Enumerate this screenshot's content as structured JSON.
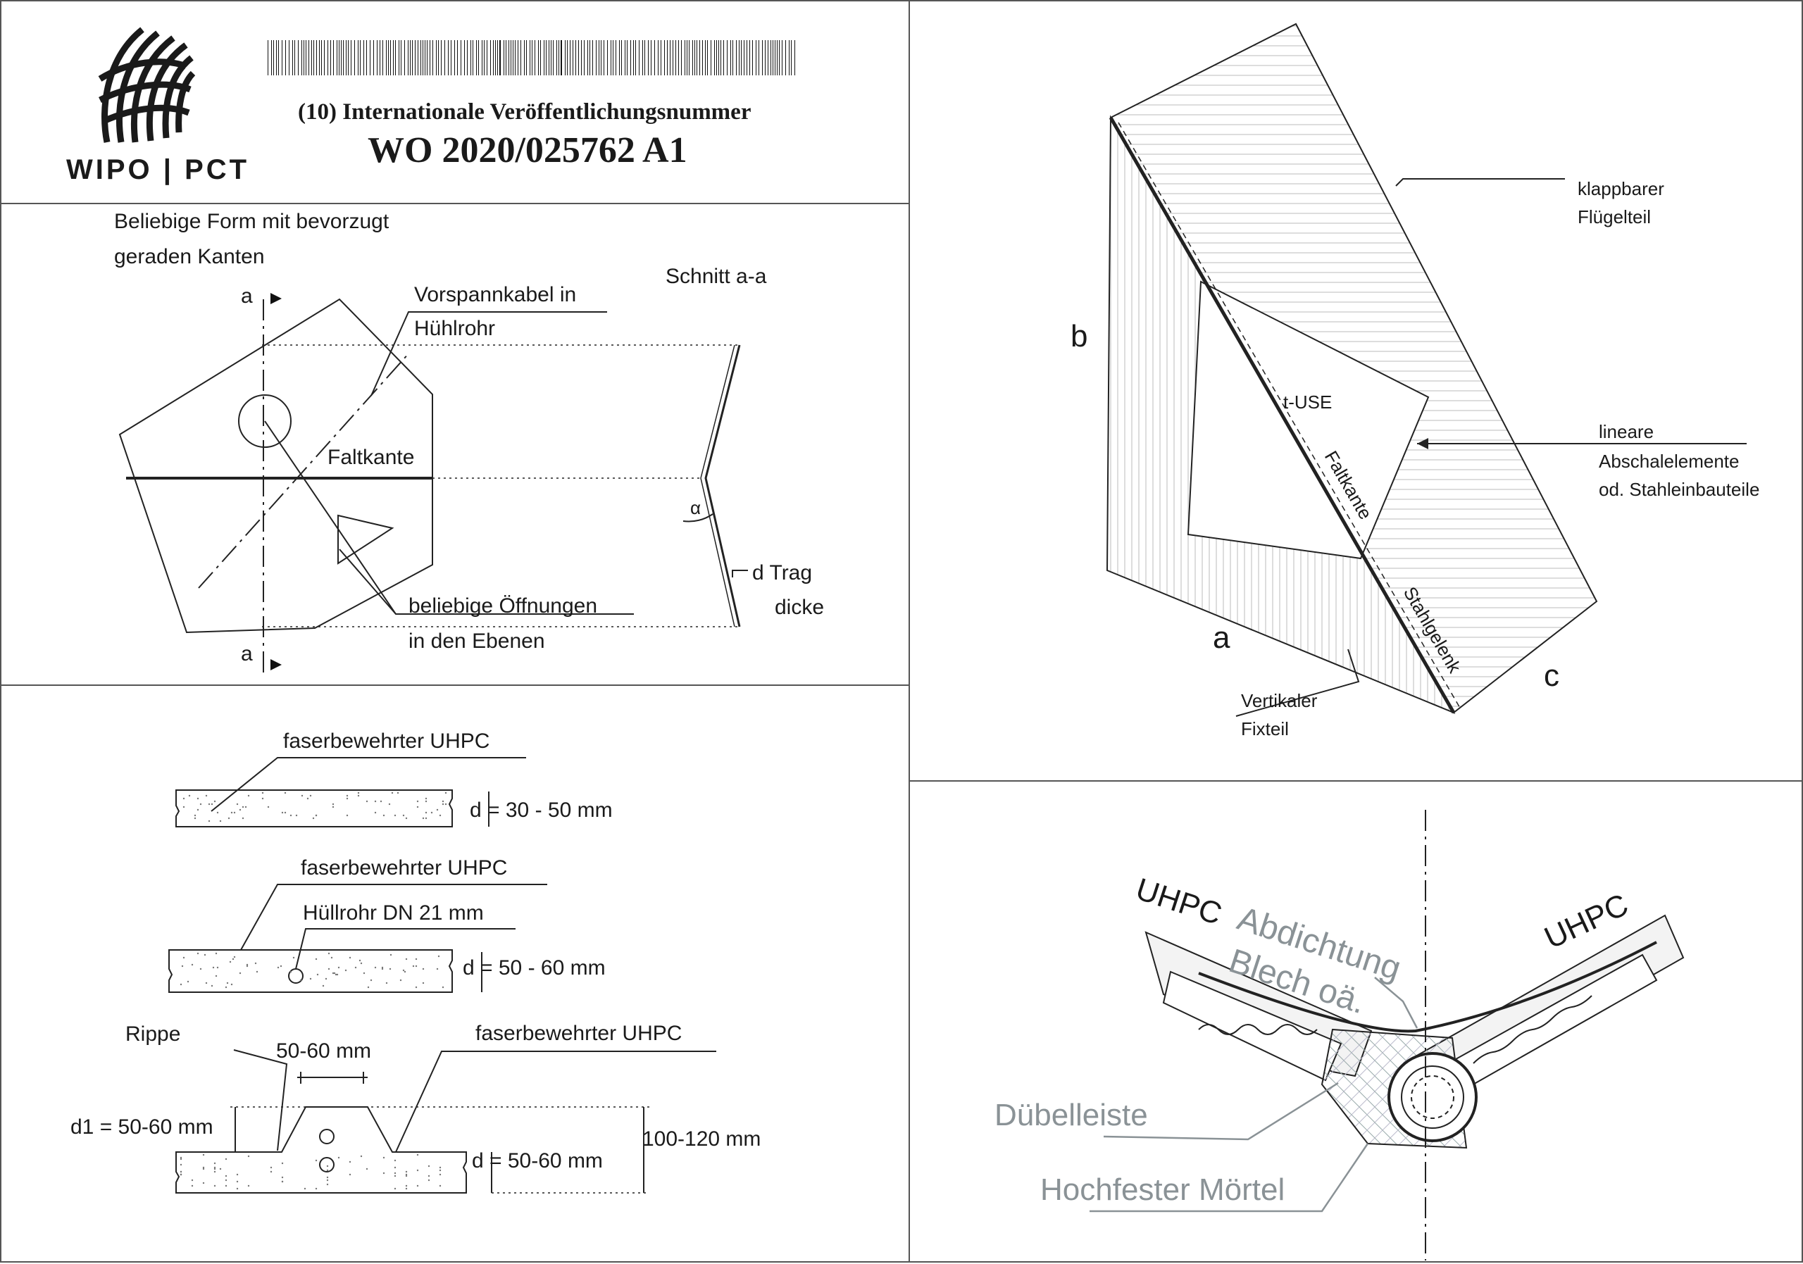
{
  "header": {
    "logo_text": "WIPO | PCT",
    "pub_label": "(10) Internationale Veröffentlichungsnummer",
    "pub_number": "WO 2020/025762 A1"
  },
  "fold_panel": {
    "shape_label_line1": "Beliebige Form mit bevorzugt",
    "shape_label_line2": "geraden Kanten",
    "cable_label_line1": "Vorspannkabel in",
    "cable_label_line2": "Hühlrohr",
    "section_label": "Schnitt a-a",
    "fold_edge_label": "Faltkante",
    "openings_label_line1": "beliebige Öffnungen",
    "openings_label_line2": "in den Ebenen",
    "section_mark_top": "a",
    "section_mark_bottom": "a",
    "alpha_label": "α",
    "thickness_label_line1": "d Trag",
    "thickness_label_line2": "dicke"
  },
  "sections_panel": {
    "uhpc_label_1": "faserbewehrter UHPC",
    "dim_1": "d = 30 - 50 mm",
    "uhpc_label_2": "faserbewehrter UHPC",
    "duct_label": "Hüllrohr DN 21 mm",
    "dim_2": "d = 50 - 60 mm",
    "rib_label": "Rippe",
    "rib_width": "50-60 mm",
    "uhpc_label_3": "faserbewehrter UHPC",
    "dim_d1": "d1 = 50-60 mm",
    "dim_3": "d = 50-60 mm",
    "dim_total": "100-120 mm"
  },
  "wing_panel": {
    "wing_label_line1": "klappbarer",
    "wing_label_line2": "Flügelteil",
    "dim_b": "b",
    "dim_a": "a",
    "dim_c": "c",
    "tuse_label": "t-USE",
    "fold_edge_label": "Faltkante",
    "hinge_label": "Stahlgelenk",
    "linear_label_line1": "lineare",
    "linear_label_line2": "Abschalelemente",
    "linear_label_line3": "od. Stahleinbauteile",
    "fixed_label_line1": "Vertikaler",
    "fixed_label_line2": "Fixteil"
  },
  "hinge_panel": {
    "uhpc_left": "UHPC",
    "uhpc_right": "UHPC",
    "seal_label": "Abdichtung",
    "sheet_label": "Blech oä.",
    "dowel_label": "Dübelleiste",
    "mortar_label": "Hochfester Mörtel"
  }
}
